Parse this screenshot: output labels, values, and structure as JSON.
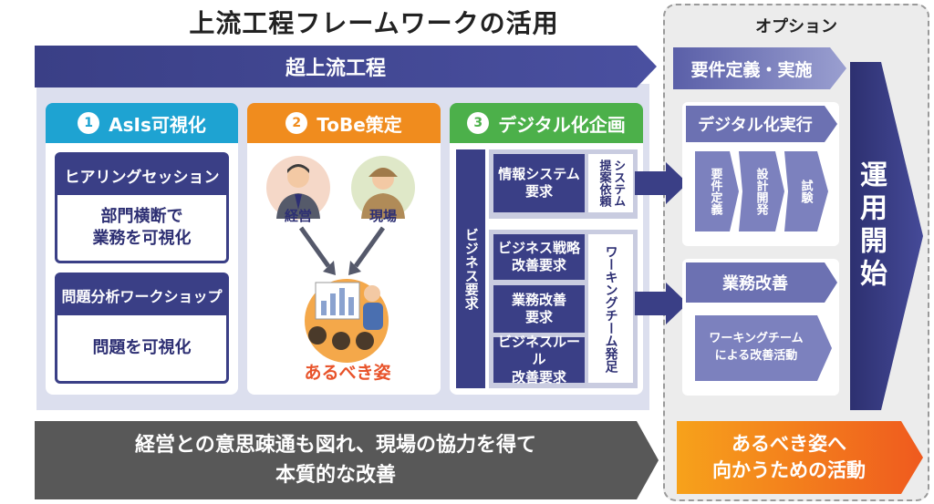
{
  "title": "上流工程フレームワークの活用",
  "option": {
    "label": "オプション",
    "requirements": "要件定義・実施",
    "digital_exec": {
      "title": "デジタル化実行",
      "steps": [
        "要件定義",
        "設計開発",
        "試験"
      ]
    },
    "business_improvement": {
      "title": "業務改善",
      "activity": "ワーキングチーム\nによる改善活動"
    },
    "operation_start": "運用開始",
    "future_banner": "あるべき姿へ\n向かうための活動"
  },
  "upstream": {
    "banner": "超上流工程",
    "asis": {
      "number": "1",
      "title": "AsIs可視化",
      "cards": [
        {
          "head": "ヒアリングセッション",
          "body": "部門横断で\n業務を可視化"
        },
        {
          "head": "問題分析ワークショップ",
          "body": "問題を可視化"
        }
      ]
    },
    "tobe": {
      "number": "2",
      "title": "ToBe策定",
      "people": [
        "経営",
        "現場"
      ],
      "result": "あるべき姿"
    },
    "digital": {
      "number": "3",
      "title": "デジタル化企画",
      "business_req": "ビジネス要求",
      "system_group": {
        "items": [
          "情報システム\n要求"
        ],
        "side": "システム\n提案依頼"
      },
      "work_group": {
        "items": [
          "ビジネス戦略\n改善要求",
          "業務改善\n要求",
          "ビジネスルール\n改善要求"
        ],
        "side": "ワーキングチーム発足"
      }
    },
    "bottom_banner": "経営との意思疎通も図れ、現場の協力を得て\n本質的な改善"
  },
  "colors": {
    "navy": "#3a3f86",
    "asis": "#1ea3d2",
    "tobe": "#f08c1e",
    "digital": "#4cb04a",
    "orange_grad_start": "#f7a21b",
    "orange_grad_end": "#ef5a1e",
    "bottom_banner": "#585858"
  }
}
